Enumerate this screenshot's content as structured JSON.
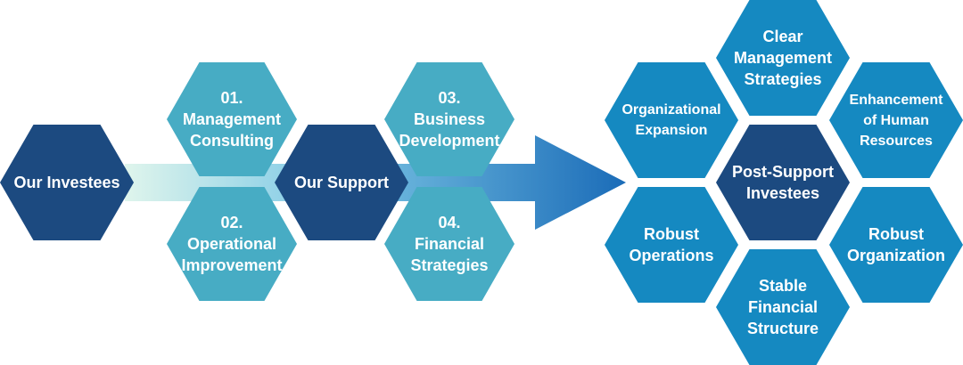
{
  "colors": {
    "navy": "#1c4a80",
    "light_teal": "#47acc4",
    "blue": "#1589c1",
    "arrow_start": "#dff5ec",
    "arrow_end": "#1b6cb8"
  },
  "left": {
    "investees": "Our Investees",
    "support": "Our Support",
    "services": [
      {
        "label": "01.\nManagement\nConsulting"
      },
      {
        "label": "02.\nOperational\nImprovement"
      },
      {
        "label": "03.\nBusiness\nDevelopment"
      },
      {
        "label": "04.\nFinancial\nStrategies"
      }
    ]
  },
  "right": {
    "center": "Post-Support\nInvestees",
    "outcomes": [
      {
        "label": "Clear\nManagement\nStrategies"
      },
      {
        "label": "Enhancement\nof Human\nResources"
      },
      {
        "label": "Robust\nOrganization"
      },
      {
        "label": "Stable\nFinancial\nStructure"
      },
      {
        "label": "Robust\nOperations"
      },
      {
        "label": "Organizational\nExpansion"
      }
    ]
  }
}
